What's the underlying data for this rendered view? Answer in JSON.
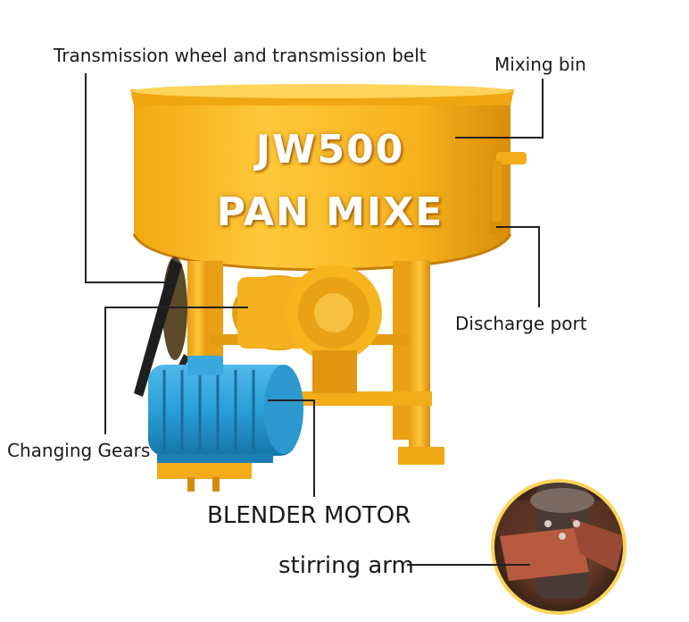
{
  "product": {
    "model": "JW500",
    "name": "PAN MIXE"
  },
  "labels": {
    "transmission": "Transmission wheel and transmission belt",
    "mixing_bin": "Mixing bin",
    "discharge_port": "Discharge port",
    "changing_gears": "Changing Gears",
    "blender_motor": "BLENDER MOTOR",
    "stirring_arm": "stirring arm"
  },
  "colors": {
    "machine_yellow": "#f5b319",
    "machine_yellow_dark": "#d8900a",
    "motor_blue": "#2a9fd8",
    "leader_line": "#222222"
  }
}
